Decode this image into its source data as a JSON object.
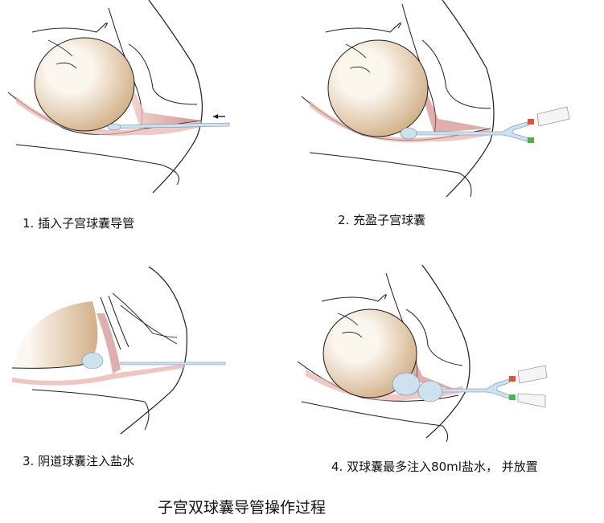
{
  "title": "子宫双球囊导管操作过程",
  "steps": [
    {
      "number": "1.",
      "label": "插入子宫球囊导管"
    },
    {
      "number": "2.",
      "label": "充盈子宫球囊"
    },
    {
      "number": "3.",
      "label": "阴道球囊注入盐水"
    },
    {
      "number": "4.",
      "label": "双球囊最多注入80ml盐水， 并放置"
    }
  ],
  "colors": {
    "outline": "#1a1a1a",
    "tissue": "#e8b4ad",
    "tissue_dark": "#c97a78",
    "head_light": "#fbf6ee",
    "head_dark": "#c9a273",
    "catheter": "#cfe0ef",
    "valve_red": "#e0513a",
    "valve_green": "#4caf50"
  }
}
